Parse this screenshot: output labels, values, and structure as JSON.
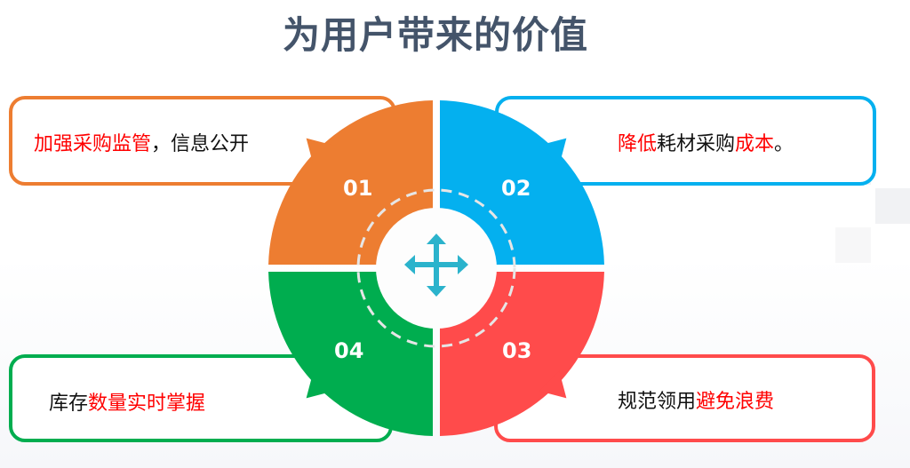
{
  "title": "为用户带来的价值",
  "colors": {
    "orange": "#ed7d31",
    "blue": "#04b0ef",
    "red": "#ff4b4b",
    "green": "#00ad4f",
    "center_icon": "#2bb3cc",
    "title": "#44546a"
  },
  "center_icon": "move-arrows-icon",
  "items": [
    {
      "number": "01",
      "parts": [
        {
          "text": "加强采购监管",
          "highlight": true
        },
        {
          "text": "，信息公开",
          "highlight": false
        }
      ]
    },
    {
      "number": "02",
      "parts": [
        {
          "text": "降低",
          "highlight": true
        },
        {
          "text": "耗材采购",
          "highlight": false
        },
        {
          "text": "成本",
          "highlight": true
        },
        {
          "text": "。",
          "highlight": false
        }
      ]
    },
    {
      "number": "03",
      "parts": [
        {
          "text": "规范领用",
          "highlight": false
        },
        {
          "text": "避免浪费",
          "highlight": true
        }
      ]
    },
    {
      "number": "04",
      "parts": [
        {
          "text": "库存",
          "highlight": false
        },
        {
          "text": "数量实时掌握",
          "highlight": true
        }
      ]
    }
  ]
}
